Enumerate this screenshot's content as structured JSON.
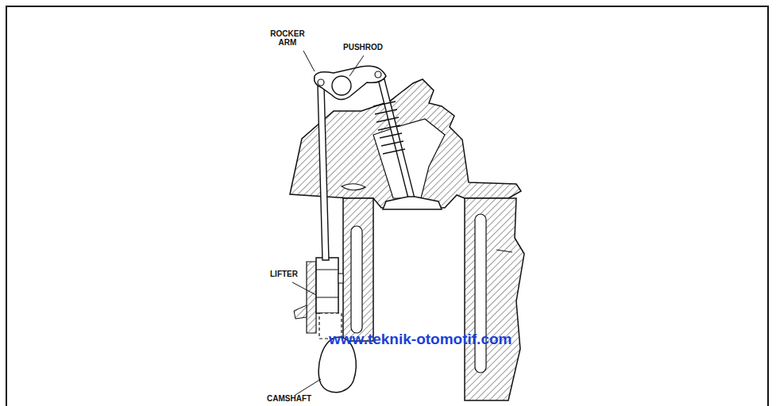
{
  "diagram": {
    "labels": [
      "ROCKER ARM",
      "PUSHROD",
      "LIFTER",
      "CAMSHAFT",
      "www.teknik-otomotif.com"
    ]
  }
}
